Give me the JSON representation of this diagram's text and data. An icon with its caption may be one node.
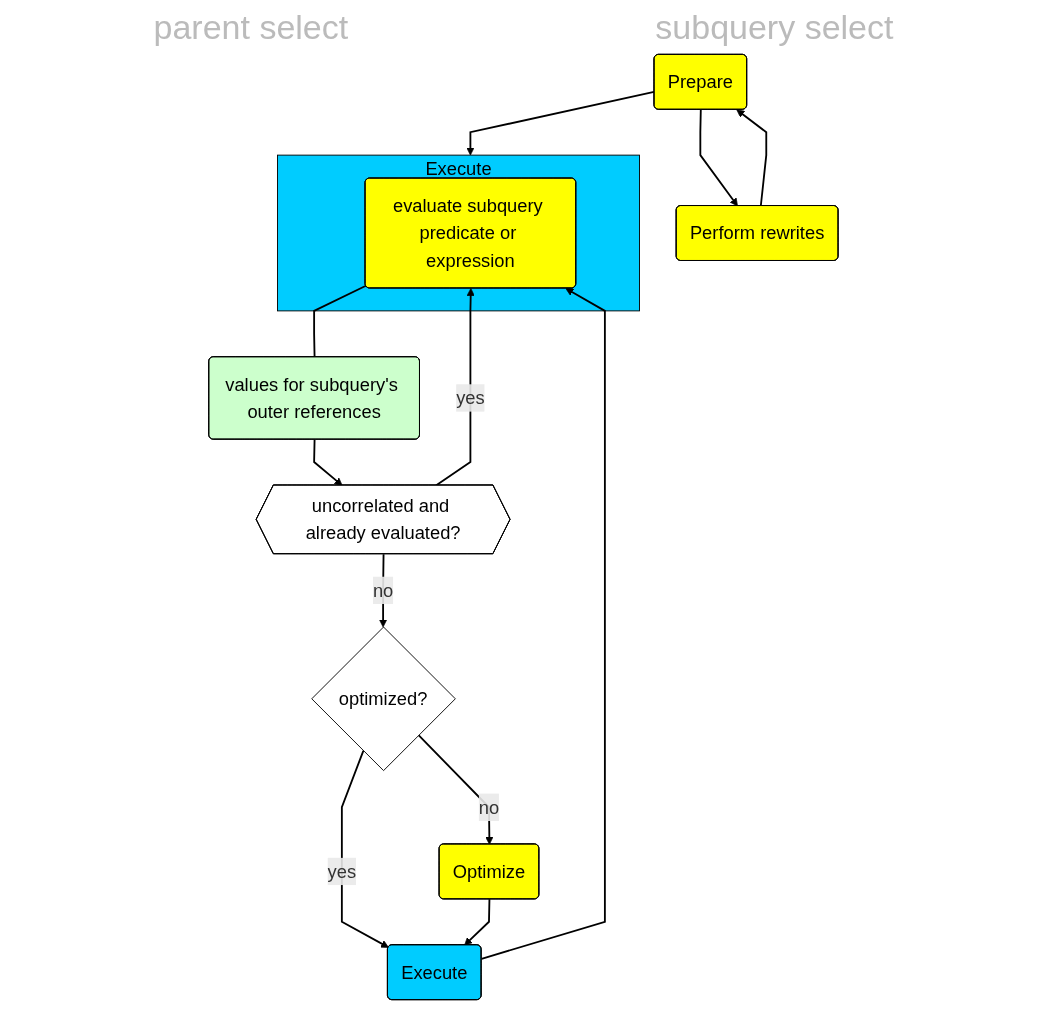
{
  "diagram": {
    "nodes": [
      {
        "text": [
          "Prepare"
        ]
      },
      {
        "text": [
          "Perform rewrites"
        ]
      },
      {
        "text": [
          "Execute"
        ]
      },
      {
        "text": [
          "evaluate subquery predicate or expression"
        ],
        "in": 2
      },
      {
        "text": [
          "values for subquery's outer references"
        ]
      },
      {
        "text": [
          "uncorrelated and already evaluated?"
        ]
      },
      {
        "text": [
          "optimized?"
        ]
      },
      {
        "text": [
          "Optimize"
        ]
      },
      {
        "text": [
          "Execute"
        ]
      }
    ],
    "edges": [
      {
        "from": 0,
        "to": 1,
        "arrow": "to"
      },
      {
        "from": 1,
        "to": 0,
        "arrow": "to"
      },
      {
        "from": 0,
        "to": 2,
        "arrow": "to"
      },
      {
        "from": 3,
        "to": 4,
        "arrow": "none"
      },
      {
        "from": 4,
        "to": 5,
        "arrow": "to"
      },
      {
        "from": 5,
        "to": 3,
        "arrow": "to",
        "label": "yes"
      },
      {
        "from": 5,
        "to": 6,
        "arrow": "to",
        "label": "no"
      },
      {
        "from": 6,
        "to": 7,
        "arrow": "to",
        "label": "no"
      },
      {
        "from": 6,
        "to": 8,
        "arrow": "to",
        "label": "yes"
      },
      {
        "from": 7,
        "to": 8,
        "arrow": "to"
      },
      {
        "from": 8,
        "to": 3,
        "arrow": "to"
      }
    ],
    "labels": [
      "parent select",
      "subquery select"
    ]
  }
}
